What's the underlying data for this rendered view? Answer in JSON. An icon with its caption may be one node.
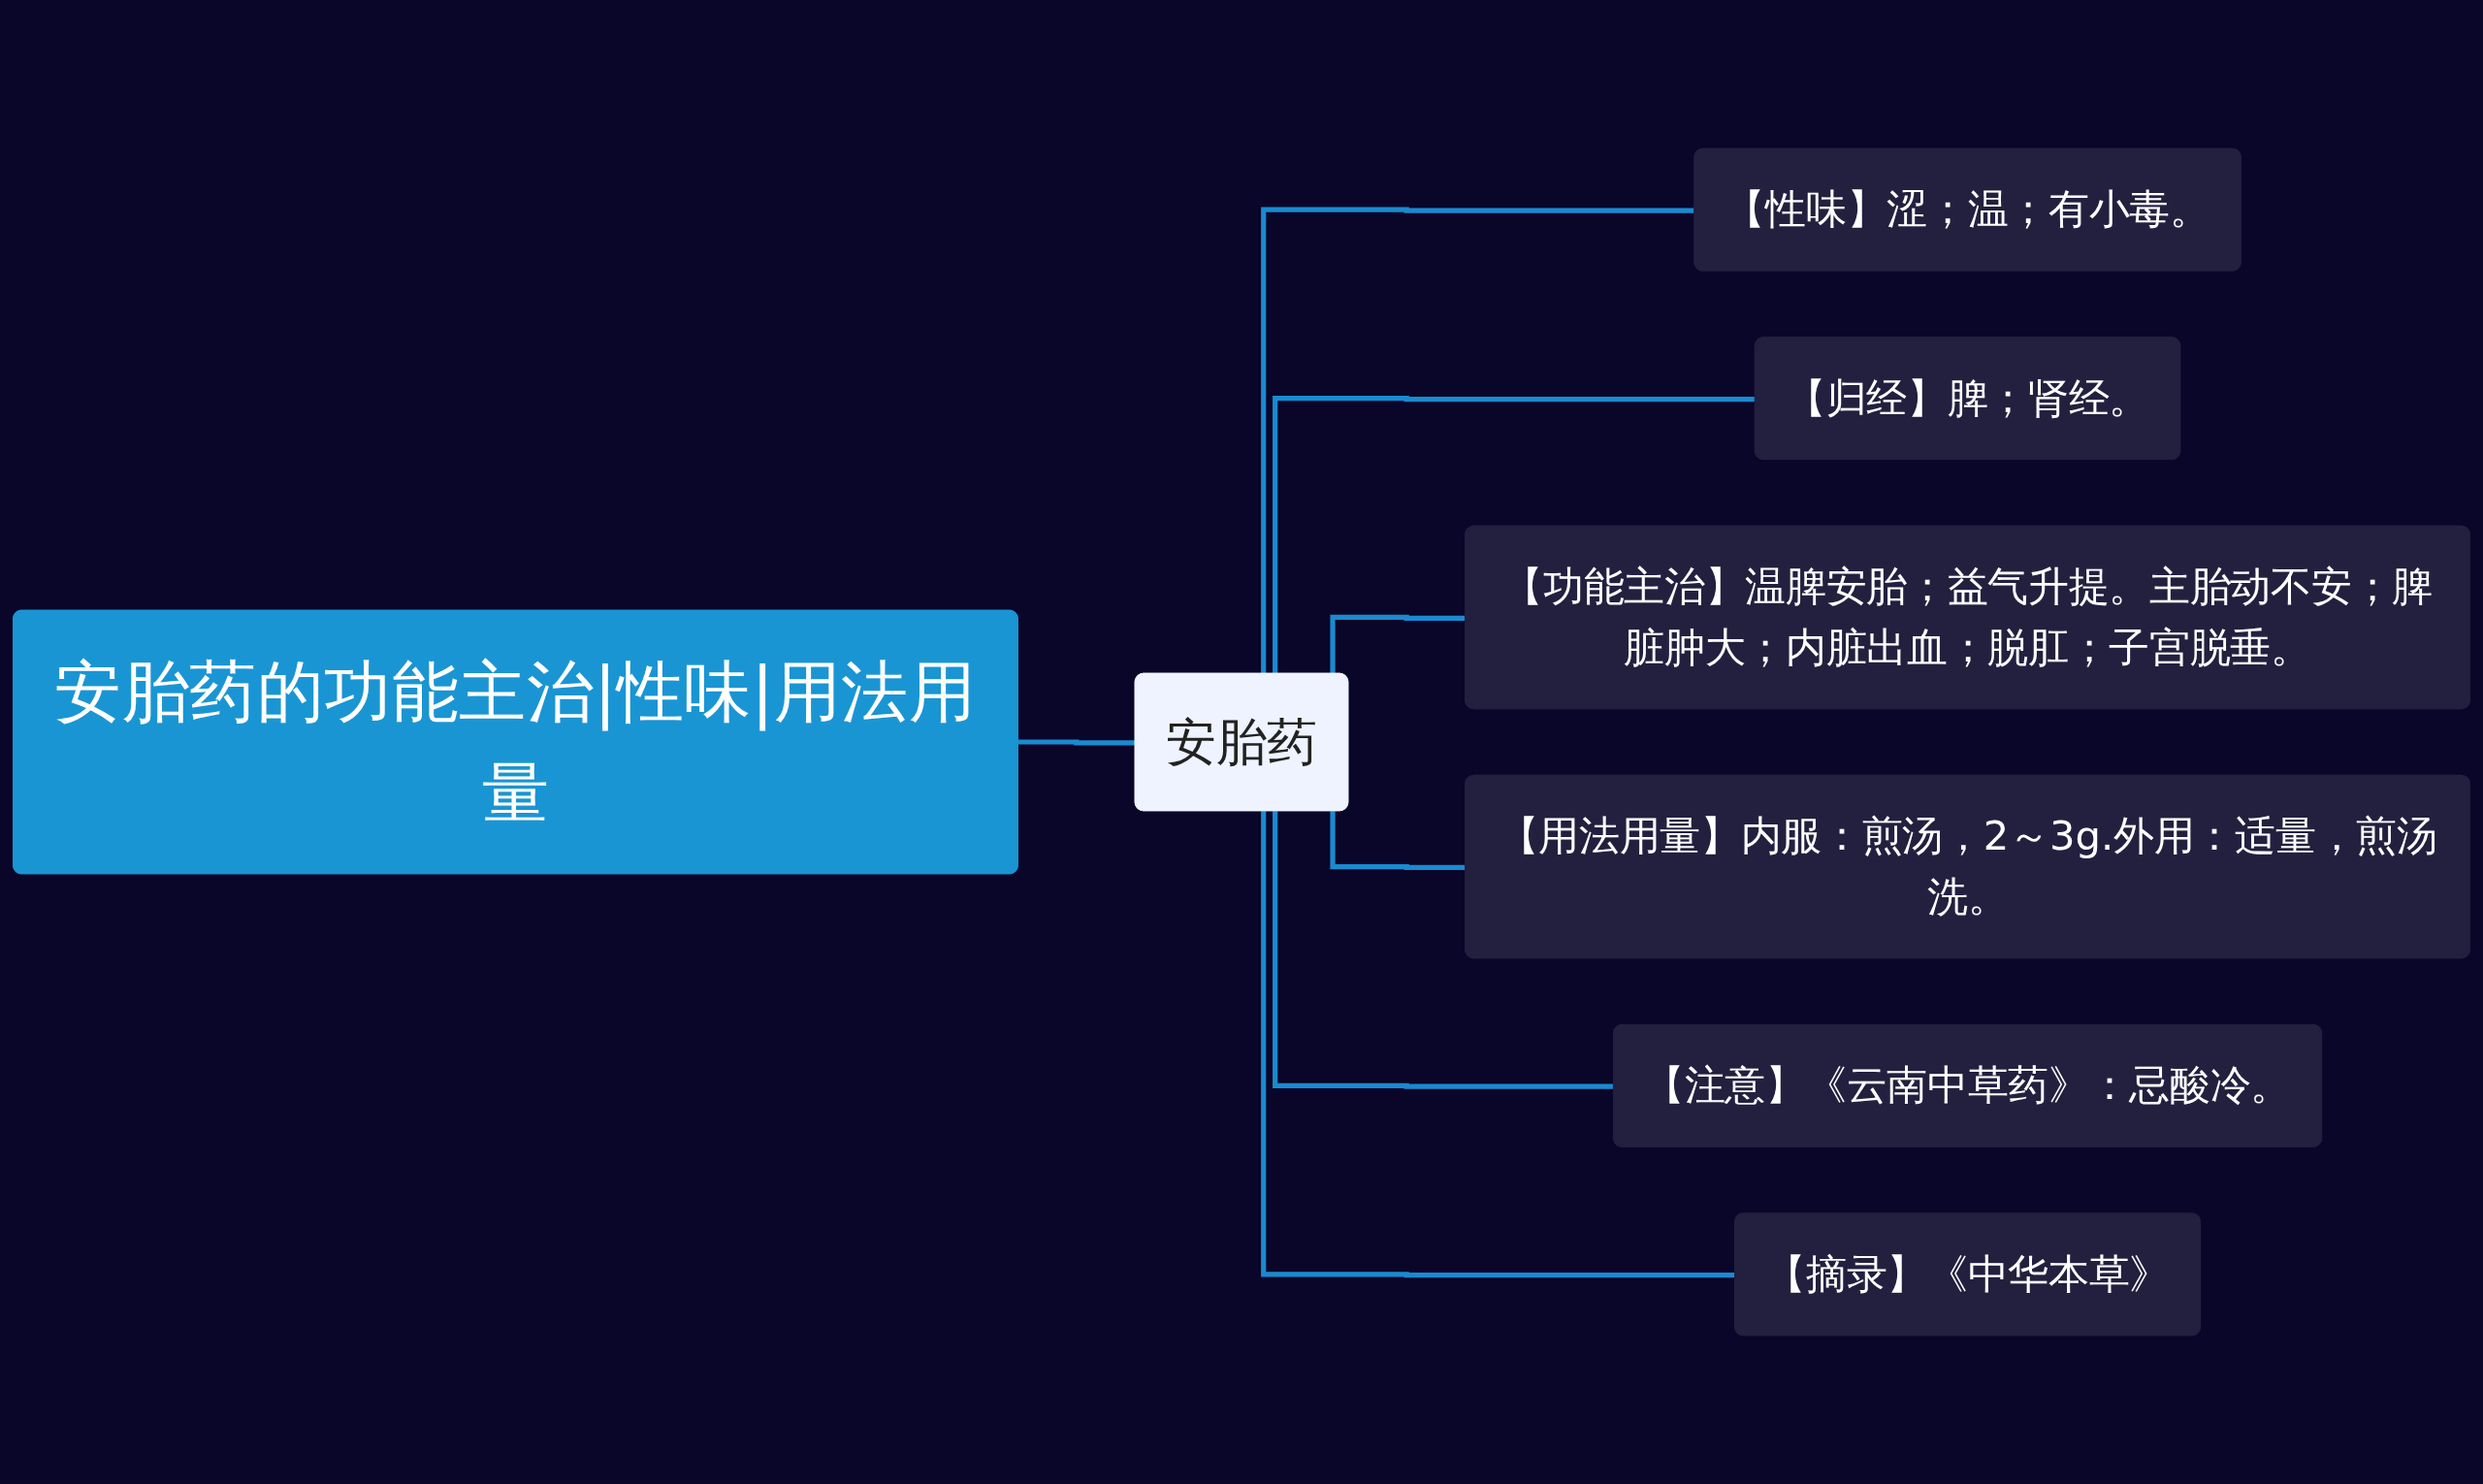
{
  "diagram": {
    "nodes": [
      {
        "text": [
          "安胎药的功能主治|性味|用法用量"
        ]
      },
      {
        "text": [
          "安胎药"
        ]
      },
      {
        "text": [
          "【性味】涩；温；有小毒。"
        ]
      },
      {
        "text": [
          "【归经】脾；肾经。"
        ]
      },
      {
        "text": [
          "【功能主治】温脾安胎；益气升提。主胎动不安；脾脏肿大；内脏出血；脱肛；子宫脱垂。"
        ]
      },
      {
        "text": [
          "【用法用量】内服：煎汤，2～3g.外用：适量，煎汤洗。"
        ]
      },
      {
        "text": [
          "【注意】《云南中草药》：忌酸冷。"
        ]
      },
      {
        "text": [
          "【摘录】《中华本草》"
        ]
      }
    ],
    "edges": [
      {
        "from": 0,
        "to": 1,
        "arrow": "none"
      },
      {
        "from": 1,
        "to": 2,
        "arrow": "none"
      },
      {
        "from": 1,
        "to": 3,
        "arrow": "none"
      },
      {
        "from": 1,
        "to": 4,
        "arrow": "none"
      },
      {
        "from": 1,
        "to": 5,
        "arrow": "none"
      },
      {
        "from": 1,
        "to": 6,
        "arrow": "none"
      },
      {
        "from": 1,
        "to": 7,
        "arrow": "none"
      }
    ]
  }
}
